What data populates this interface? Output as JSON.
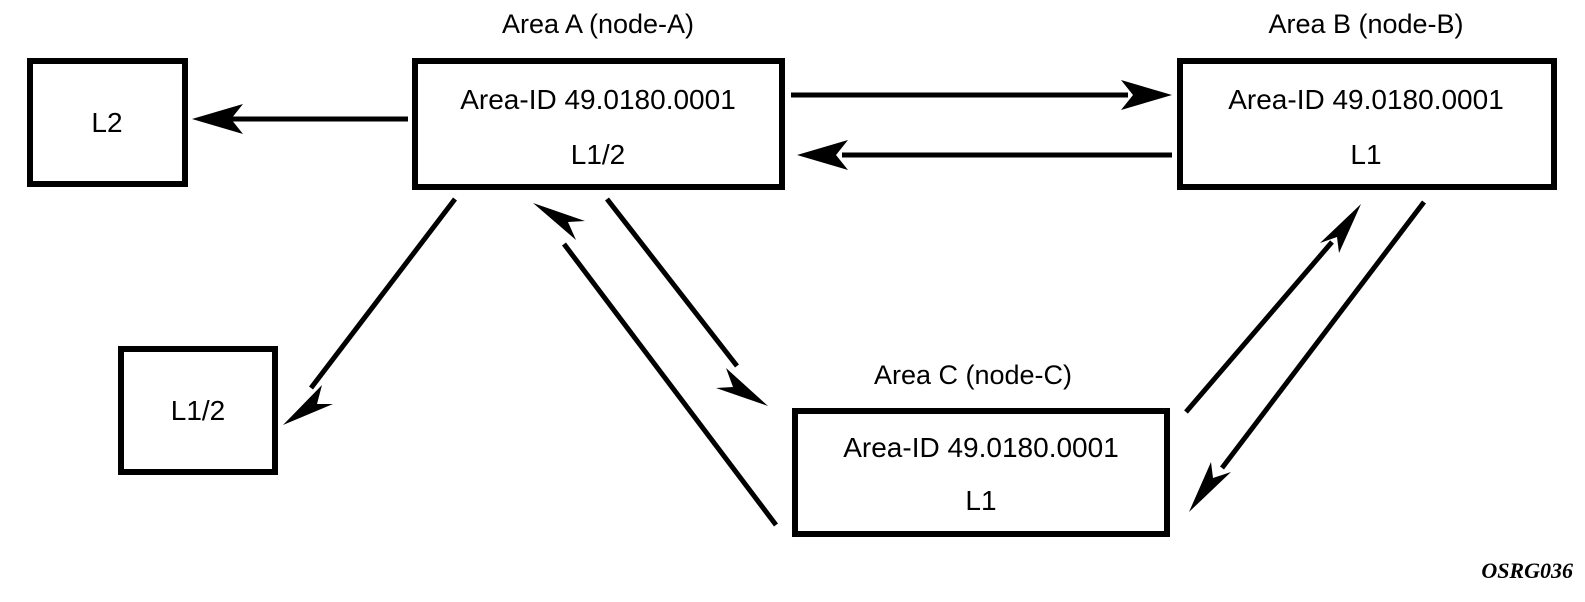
{
  "figure": {
    "id_label": "OSRG036",
    "colors": {
      "stroke": "#000000",
      "fill": "#ffffff",
      "background": "#ffffff"
    }
  },
  "nodes": {
    "area_a": {
      "title": "Area A (node-A)",
      "area_id": "Area-ID 49.0180.0001",
      "level": "L1/2"
    },
    "area_b": {
      "title": "Area B (node-B)",
      "area_id": "Area-ID 49.0180.0001",
      "level": "L1"
    },
    "area_c": {
      "title": "Area C (node-C)",
      "area_id": "Area-ID 49.0180.0001",
      "level": "L1"
    }
  },
  "level_boxes": {
    "l2": {
      "label": "L2"
    },
    "l1_2": {
      "label": "L1/2"
    }
  },
  "connections": [
    {
      "name": "area-a-to-l2",
      "from": "Area A (node-A)",
      "to": "L2",
      "direction": "left"
    },
    {
      "name": "area-a-to-area-b",
      "from": "Area A (node-A)",
      "to": "Area B (node-B)",
      "direction": "right"
    },
    {
      "name": "area-b-to-area-a",
      "from": "Area B (node-B)",
      "to": "Area A (node-A)",
      "direction": "left"
    },
    {
      "name": "area-a-to-l1-2",
      "from": "Area A (node-A)",
      "to": "L1/2",
      "direction": "down-left"
    },
    {
      "name": "area-a-to-area-c",
      "from": "Area A (node-A)",
      "to": "Area C (node-C)",
      "direction": "down-right"
    },
    {
      "name": "area-c-to-area-a",
      "from": "Area C (node-C)",
      "to": "Area A (node-A)",
      "direction": "up-left"
    },
    {
      "name": "area-c-to-area-b",
      "from": "Area C (node-C)",
      "to": "Area B (node-B)",
      "direction": "up-right"
    },
    {
      "name": "area-b-to-area-c",
      "from": "Area B (node-B)",
      "to": "Area C (node-C)",
      "direction": "down-left"
    }
  ]
}
